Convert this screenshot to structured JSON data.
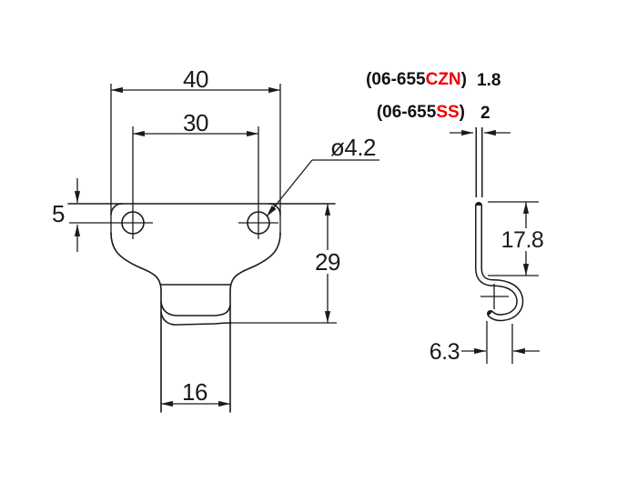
{
  "drawing": {
    "front_view": {
      "dim_overall_width": "40",
      "dim_hole_spacing": "30",
      "dim_hole_edge_offset": "5",
      "dim_body_height": "29",
      "dim_tab_width": "16",
      "dim_hole_diameter": "ø4.2"
    },
    "side_view": {
      "dim_hook_height": "17.8",
      "dim_hook_depth": "6.3"
    },
    "variants": [
      {
        "prefix": "(06-655",
        "code": "CZN",
        "suffix": ")",
        "thickness": "1.8"
      },
      {
        "prefix": "(06-655",
        "code": "SS",
        "suffix": ")",
        "thickness": "2"
      }
    ],
    "colors": {
      "line": "#1a1a1a",
      "accent_red": "#ee0000",
      "background": "#ffffff"
    }
  }
}
